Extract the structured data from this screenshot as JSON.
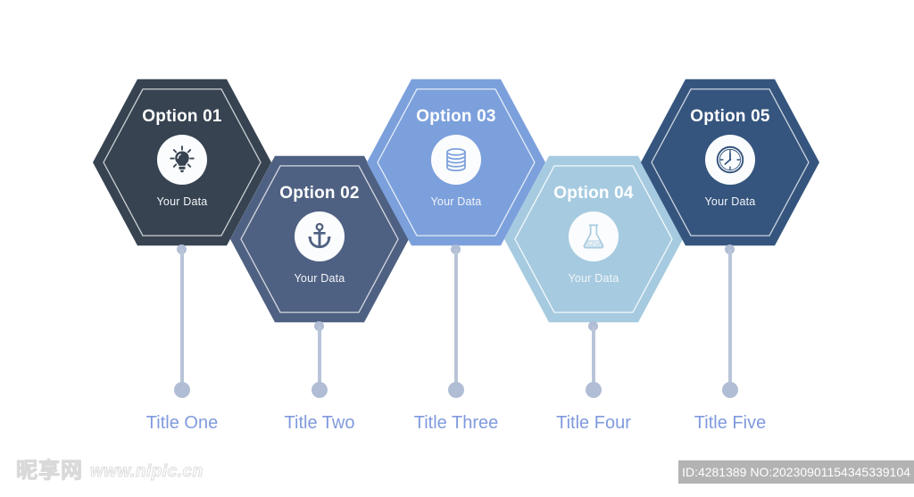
{
  "infographic": {
    "type": "hexagon-step-infographic",
    "background_color": "#ffffff",
    "steps": [
      {
        "option_label": "Option 01",
        "sub_label": "Your Data",
        "title": "Title One",
        "icon": "lightbulb-icon",
        "fill_color": "#374351",
        "inner_border_color": "#ffffff"
      },
      {
        "option_label": "Option 02",
        "sub_label": "Your Data",
        "title": "Title Two",
        "icon": "anchor-icon",
        "fill_color": "#4f6182",
        "inner_border_color": "#ffffff"
      },
      {
        "option_label": "Option 03",
        "sub_label": "Your Data",
        "title": "Title Three",
        "icon": "database-icon",
        "fill_color": "#7ca0dc",
        "inner_border_color": "#ffffff"
      },
      {
        "option_label": "Option 04",
        "sub_label": "Your Data",
        "title": "Title Four",
        "icon": "flask-icon",
        "fill_color": "#a6cbe0",
        "inner_border_color": "#ffffff"
      },
      {
        "option_label": "Option 05",
        "sub_label": "Your Data",
        "title": "Title Five",
        "icon": "clock-icon",
        "fill_color": "#35557e",
        "inner_border_color": "#ffffff"
      }
    ],
    "title_color": "#7f9add",
    "connector_color": "#b0bdd4"
  },
  "footer": {
    "watermark_cn": "昵享网",
    "watermark_url": "www.nipic.cn",
    "id_text": "ID:4281389 NO:20230901154345339104",
    "id_bar_color": "#b3b3b3"
  }
}
